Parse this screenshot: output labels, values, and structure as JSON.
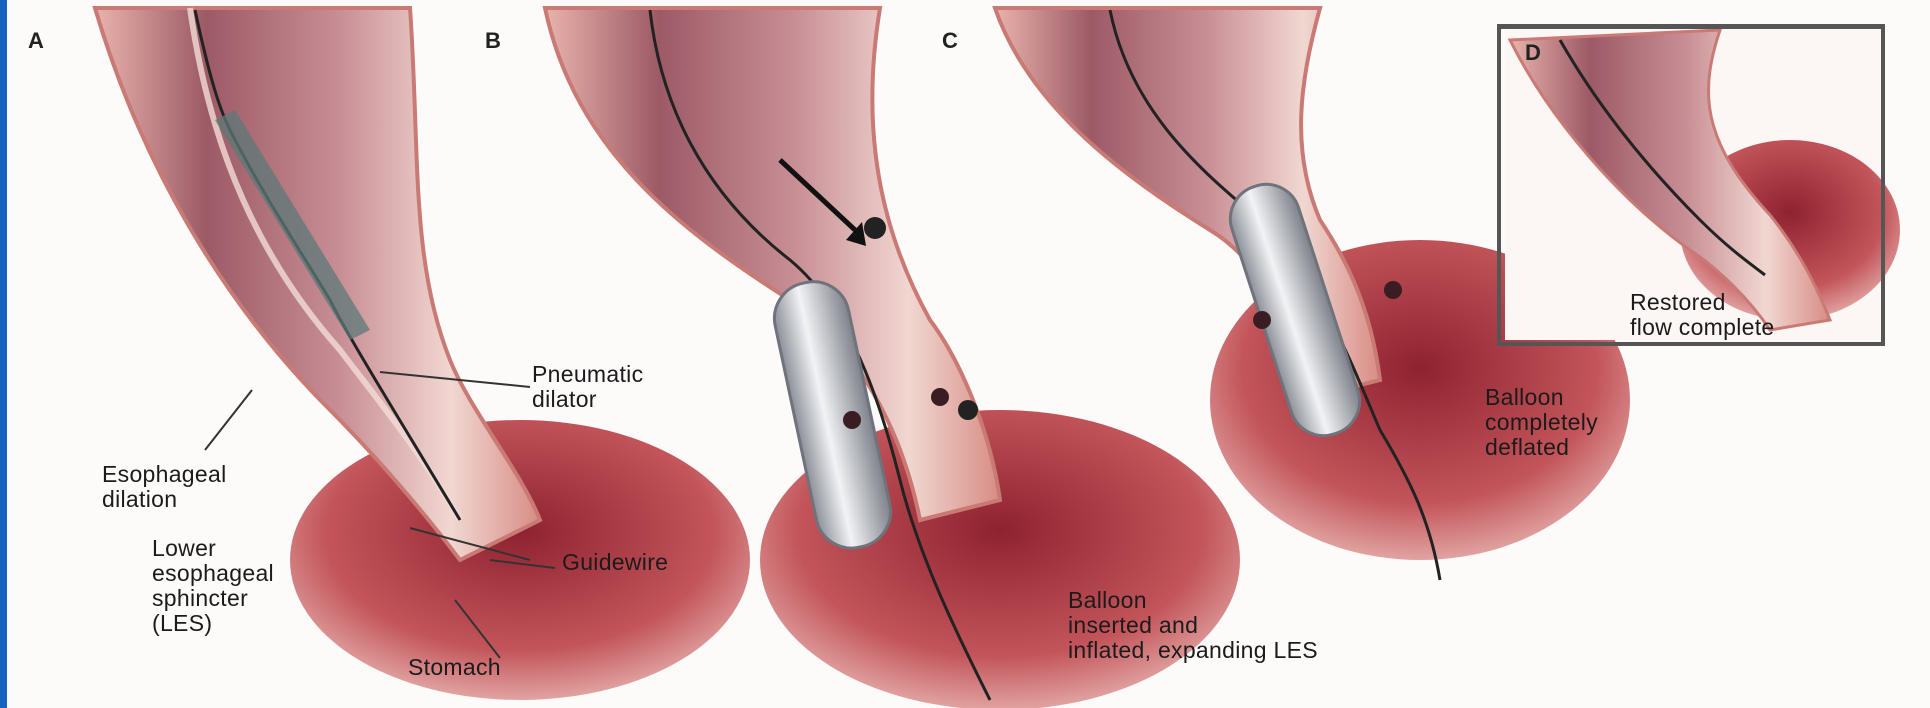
{
  "panels": [
    {
      "letter": "A"
    },
    {
      "letter": "B"
    },
    {
      "letter": "C"
    },
    {
      "letter": "D"
    }
  ],
  "labels": {
    "pneumatic_dilator": "Pneumatic\ndilator",
    "esophageal_dilation": "Esophageal\ndilation",
    "les": "Lower\nesophageal\nsphincter\n(LES)",
    "guidewire": "Guidewire",
    "stomach": "Stomach",
    "balloon_inserted": "Balloon\ninserted and\ninflated, expanding LES",
    "balloon_deflated": "Balloon\ncompletely\ndeflated",
    "restored_flow": "Restored\nflow complete"
  },
  "colors": {
    "accent_rule": "#1565c0",
    "tissue_outer": "#d98a86",
    "tissue_inner": "#a75b66",
    "stomach": "#b8434c",
    "balloon": "#c9ccd2",
    "wire": "#2b2b2b"
  }
}
